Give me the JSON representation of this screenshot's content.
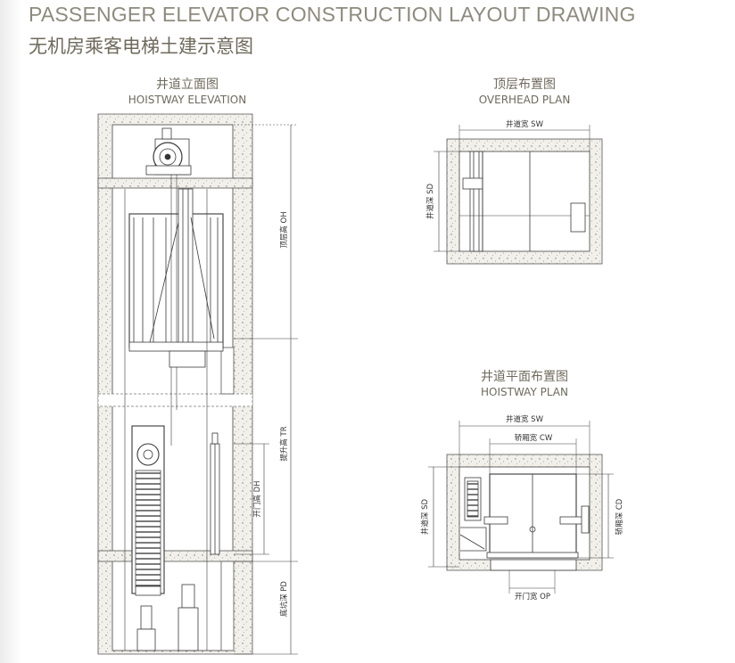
{
  "title": {
    "en": "PASSENGER ELEVATOR CONSTRUCTION LAYOUT DRAWING",
    "cn": "无机房乘客电梯土建示意图"
  },
  "elevation": {
    "caption_cn": "井道立面图",
    "caption_en": "HOISTWAY ELEVATION",
    "labels": {
      "oh": "顶层高 OH",
      "tr": "提升高 TR",
      "dh": "开门高 DH",
      "pd": "底坑深 PD"
    }
  },
  "overhead": {
    "caption_cn": "顶层布置图",
    "caption_en": "OVERHEAD PLAN",
    "labels": {
      "sw": "井道宽  SW",
      "sd": "井道深 SD"
    }
  },
  "hoistway_plan": {
    "caption_cn": "井道平面布置图",
    "caption_en": "HOISTWAY PLAN",
    "labels": {
      "sw": "井道宽 SW",
      "cw": "轿厢宽  CW",
      "sd": "井道深 SD",
      "cd": "轿厢深 CD",
      "op": "开门宽 OP"
    }
  },
  "colors": {
    "title": "#8e8a7d",
    "line": "#3a3a3a",
    "concrete": "#f2f0ea"
  }
}
